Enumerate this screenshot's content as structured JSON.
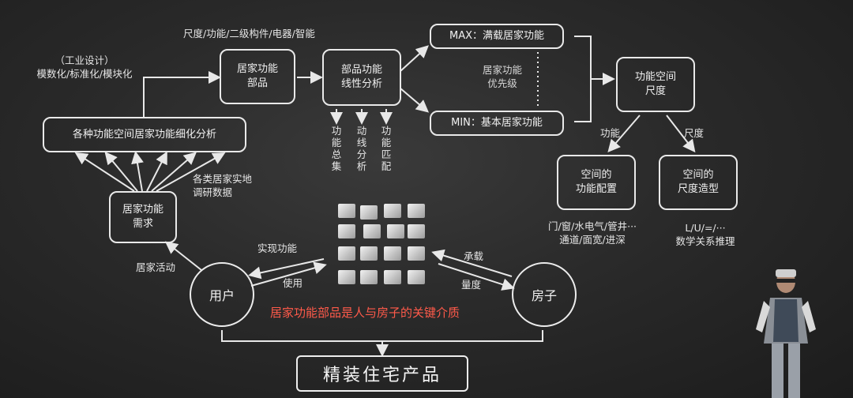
{
  "labels": {
    "top_annotation": "尺度/功能/二级构件/电器/智能",
    "industrial_design": "（工业设计）\n模数化/标准化/模块化",
    "survey_data": "各类居家实地\n调研数据",
    "activity": "居家活动",
    "realize": "实现功能",
    "use": "使用",
    "carry": "承载",
    "measure": "量度",
    "func_label": "功能",
    "scale_label": "尺度",
    "elements": "门/窗/水电气/管井···\n通道/面宽/进深",
    "math": "L/U/=/···\n数学关系推理",
    "v1": "功能总集",
    "v2": "动线分析",
    "v3": "功能匹配",
    "media_sentence": "居家功能部品是人与房子的关键介质"
  },
  "boxes": {
    "analysis": "各种功能空间居家功能细化分析",
    "components": "居家功能\n部品",
    "linear": "部品功能\n线性分析",
    "max": "MAX：满载居家功能",
    "priority": "居家功能\n优先级",
    "min": "MIN：基本居家功能",
    "func_space": "功能空间\n尺度",
    "space_config": "空间的\n功能配置",
    "space_scale": "空间的\n尺度造型",
    "needs": "居家功能\n需求"
  },
  "circles": {
    "user": "用户",
    "house": "房子"
  },
  "final_product": "精装住宅产品"
}
